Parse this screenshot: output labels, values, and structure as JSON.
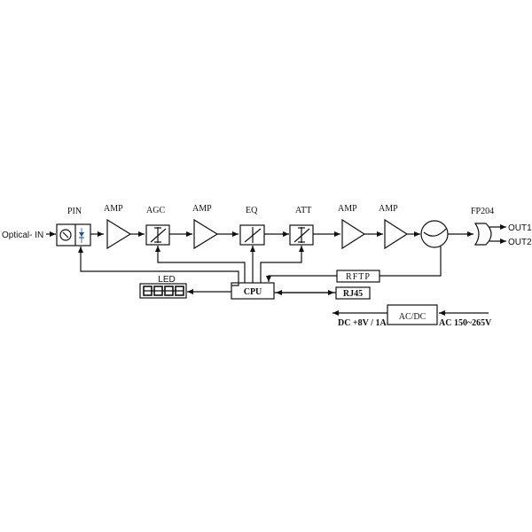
{
  "diagram": {
    "input_label": "Optical- IN",
    "blocks": {
      "pin": "PIN",
      "amp1": "AMP",
      "agc": "AGC",
      "amp2": "AMP",
      "eq": "EQ",
      "att": "ATT",
      "amp3": "AMP",
      "amp4": "AMP",
      "splitter": "FP204",
      "cpu": "CPU",
      "led": "LED",
      "rftp": "RFTP",
      "rj45": "RJ45",
      "acdc": "AC/DC"
    },
    "outputs": [
      "OUT1",
      "OUT2"
    ],
    "power": {
      "dc_out": "DC +8V / 1A",
      "ac_in": "AC 150~265V"
    }
  }
}
